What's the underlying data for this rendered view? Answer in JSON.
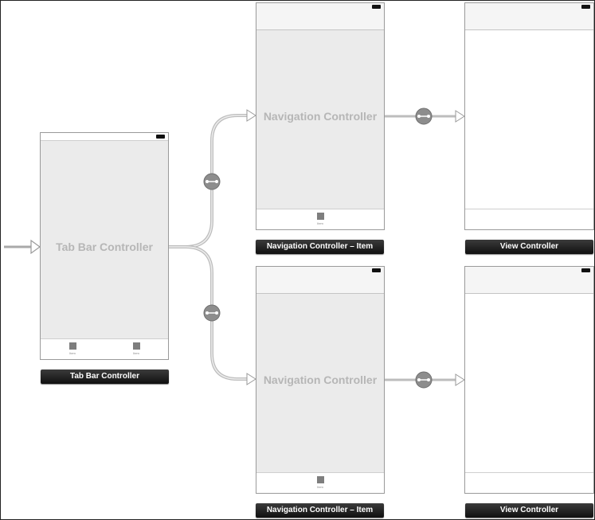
{
  "tab_bar_controller": {
    "title": "Tab Bar Controller",
    "label": "Tab Bar Controller",
    "tab_items": [
      "Item",
      "Item"
    ]
  },
  "top_navigation_controller": {
    "title": "Navigation Controller",
    "label": "Navigation Controller – Item",
    "toolbar_item": "Item"
  },
  "bottom_navigation_controller": {
    "title": "Navigation Controller",
    "label": "Navigation Controller – Item",
    "toolbar_item": "Item"
  },
  "top_view_controller": {
    "label": "View Controller"
  },
  "bottom_view_controller": {
    "label": "View Controller"
  },
  "icons": {
    "segue": "segue-link-icon",
    "entry_point": "initial-view-arrow-icon",
    "tab_item": "tab-item-square-icon"
  },
  "colors": {
    "canvas": "#ffffff",
    "scene_body": "#ebebeb",
    "label_bg": "#1e1e1e",
    "connector": "#a8a8a8"
  }
}
